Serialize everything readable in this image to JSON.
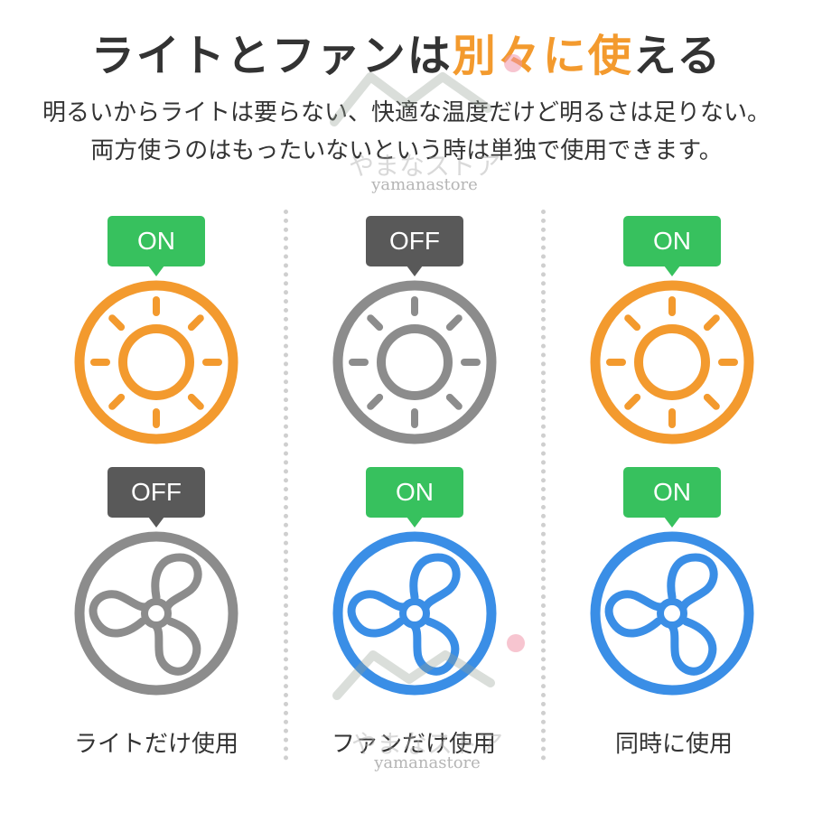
{
  "header": {
    "title_part1": "ライトとファンは",
    "title_accent": "別々",
    "title_part2": "に",
    "title_accent2": "使",
    "title_part3": "える",
    "line1": "明るいからライトは要らない、快適な温度だけど明るさは足りない。",
    "line2": "両方使うのはもったいないという時は単独で使用できます。"
  },
  "colors": {
    "on_green": "#37c15e",
    "off_gray": "#595959",
    "light_on_orange": "#f39a2e",
    "fan_on_blue": "#3a8ee6",
    "inactive_gray": "#8c8c8c",
    "accent_orange": "#f39a2e"
  },
  "columns": [
    {
      "caption": "ライトだけ使用",
      "light": {
        "status": "ON",
        "state": "on",
        "icon": "sun-icon"
      },
      "fan": {
        "status": "OFF",
        "state": "off",
        "icon": "fan-icon"
      }
    },
    {
      "caption": "ファンだけ使用",
      "light": {
        "status": "OFF",
        "state": "off",
        "icon": "sun-icon"
      },
      "fan": {
        "status": "ON",
        "state": "on",
        "icon": "fan-icon"
      }
    },
    {
      "caption": "同時に使用",
      "light": {
        "status": "ON",
        "state": "on",
        "icon": "sun-icon"
      },
      "fan": {
        "status": "ON",
        "state": "on",
        "icon": "fan-icon"
      }
    }
  ],
  "watermark": {
    "brand_kana": "やまなストア",
    "brand_latin": "yamanastore"
  }
}
